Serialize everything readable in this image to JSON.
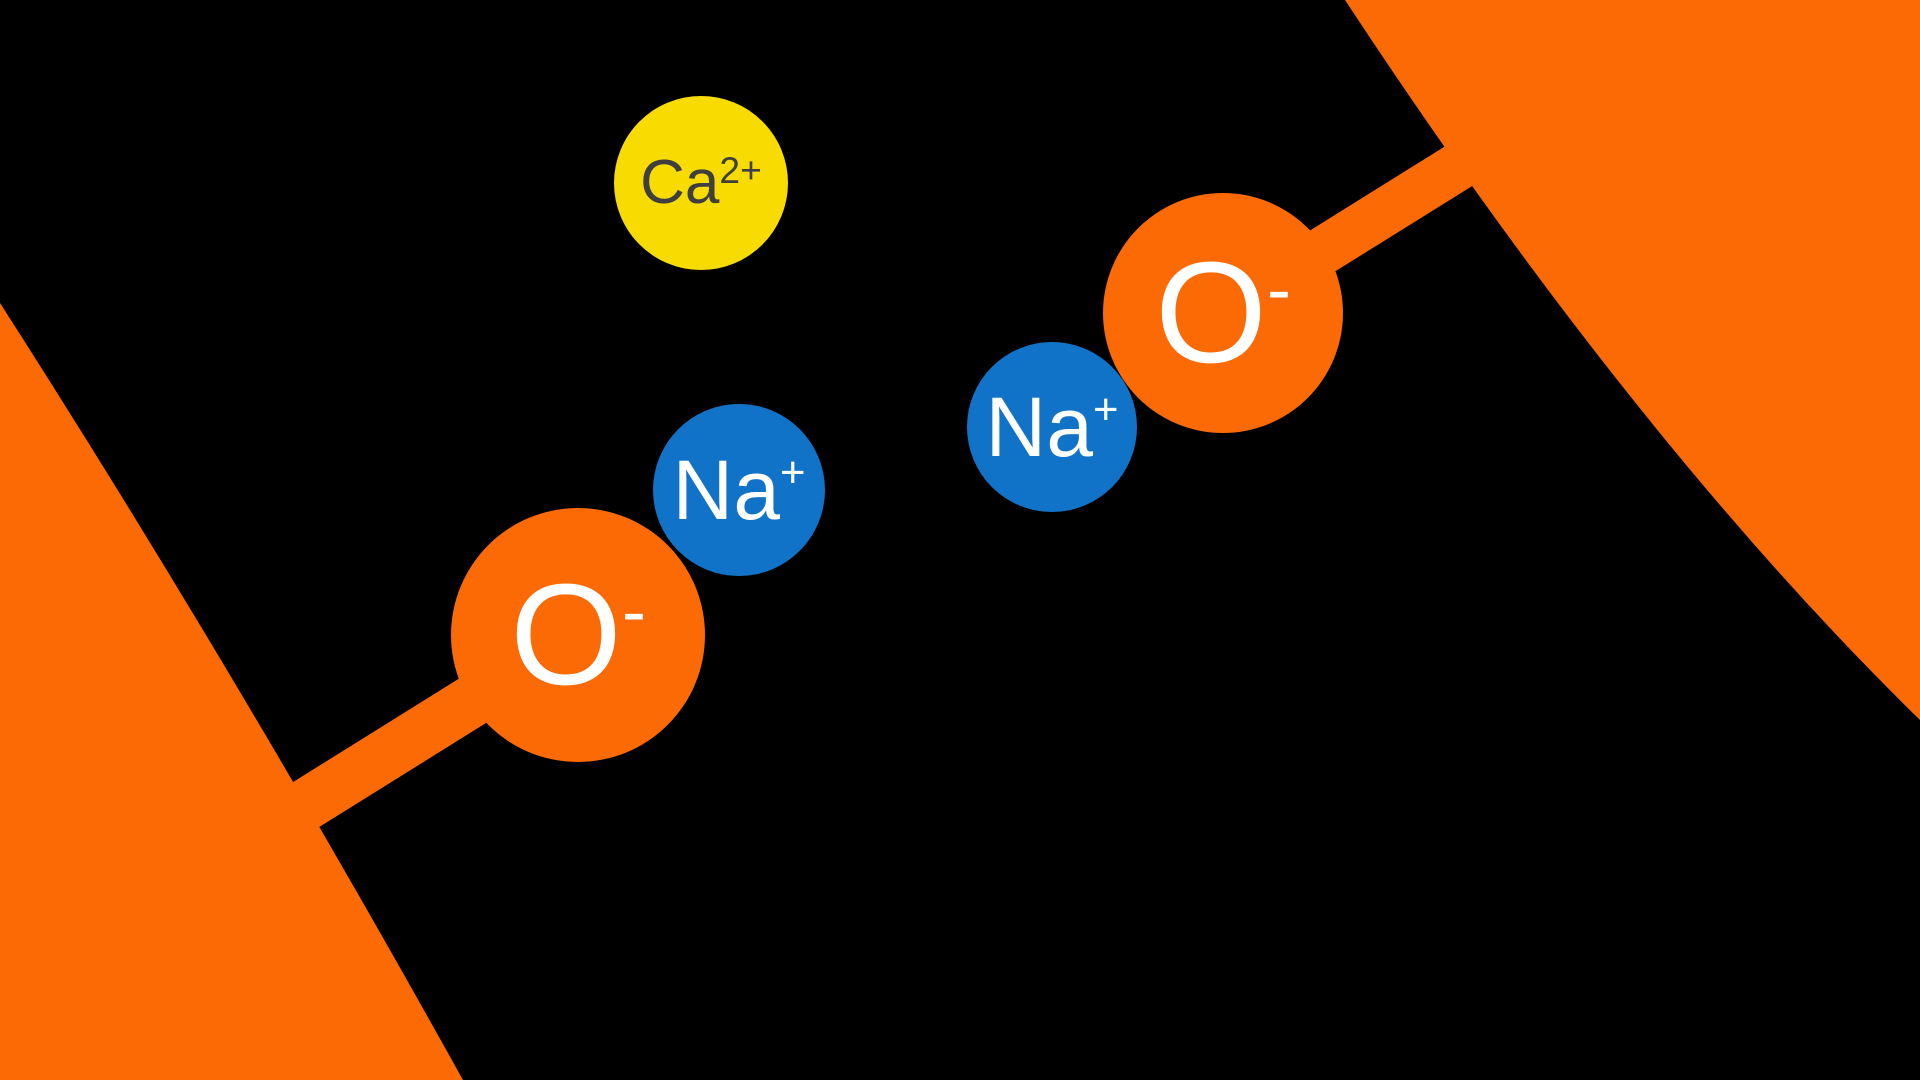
{
  "ions": [
    {
      "name": "calcium-ion",
      "symbol": "Ca",
      "charge": "2+"
    },
    {
      "name": "sodium-ion-left",
      "symbol": "Na",
      "charge": "+"
    },
    {
      "name": "sodium-ion-right",
      "symbol": "Na",
      "charge": "+"
    },
    {
      "name": "oxygen-site-left",
      "symbol": "O",
      "charge": "-"
    },
    {
      "name": "oxygen-site-right",
      "symbol": "O",
      "charge": "-"
    }
  ],
  "colors": {
    "background": "#000000",
    "resin": "#FB6A04",
    "calcium": "#F8DB00",
    "sodium": "#1173C8",
    "ion-text-dark": "#3F3F3F",
    "ion-text-light": "#FFFFFF"
  }
}
